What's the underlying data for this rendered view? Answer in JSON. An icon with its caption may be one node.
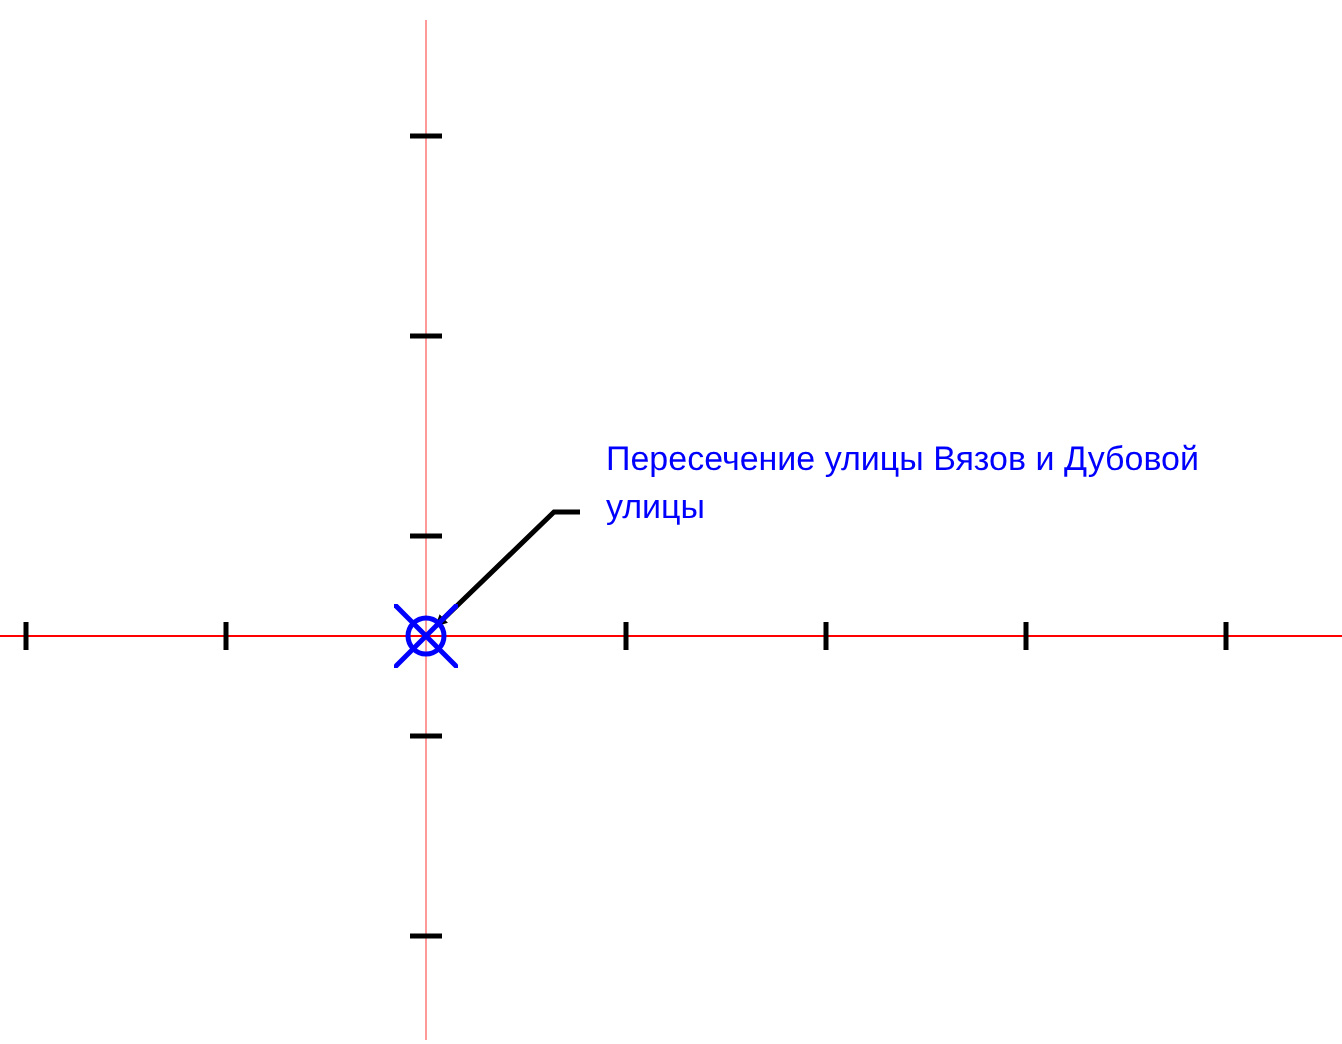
{
  "diagram": {
    "nodes": [
      {
        "text": [
          "Пересечение улицы Вязов и Дубовой улицы"
        ]
      },
      {
        "text": [],
        "shape": "circle"
      }
    ],
    "edges": [
      {
        "from": 0,
        "to": 1,
        "arrow": "to"
      }
    ]
  }
}
